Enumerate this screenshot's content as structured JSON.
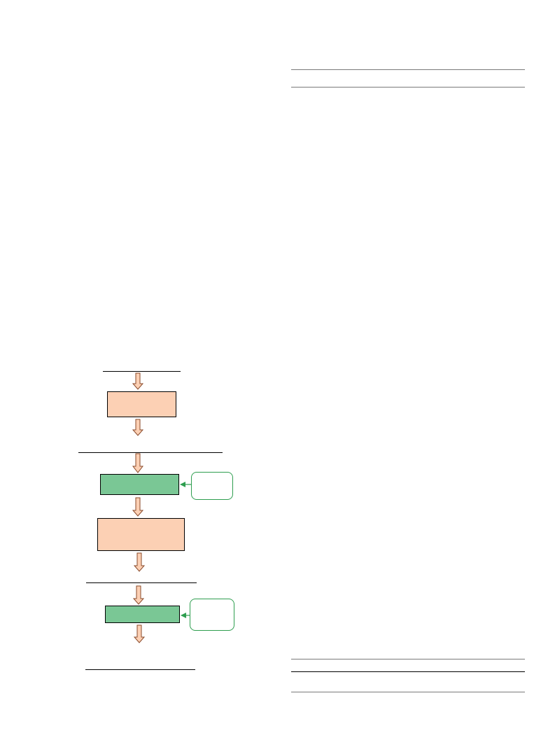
{
  "colors": {
    "process_fill": "#fcd0b4",
    "step_fill": "#7ac795",
    "note_border": "#2e9e4f",
    "arrow_fill": "#fcd0b4",
    "arrow_stroke": "#8a4a2a",
    "connector": "#2e9e4f"
  },
  "flowchart": {
    "nodes": [
      {
        "id": "input-1",
        "kind": "line",
        "text": ""
      },
      {
        "id": "process-1",
        "kind": "process",
        "text": ""
      },
      {
        "id": "output-1",
        "kind": "line",
        "text": ""
      },
      {
        "id": "step-1",
        "kind": "step",
        "text": ""
      },
      {
        "id": "note-1",
        "kind": "note",
        "text": ""
      },
      {
        "id": "process-2",
        "kind": "process",
        "text": ""
      },
      {
        "id": "output-2",
        "kind": "line",
        "text": ""
      },
      {
        "id": "step-2",
        "kind": "step",
        "text": ""
      },
      {
        "id": "note-2",
        "kind": "note",
        "text": ""
      },
      {
        "id": "output-3",
        "kind": "line",
        "text": ""
      }
    ]
  },
  "table": {
    "title": "",
    "rows": []
  }
}
